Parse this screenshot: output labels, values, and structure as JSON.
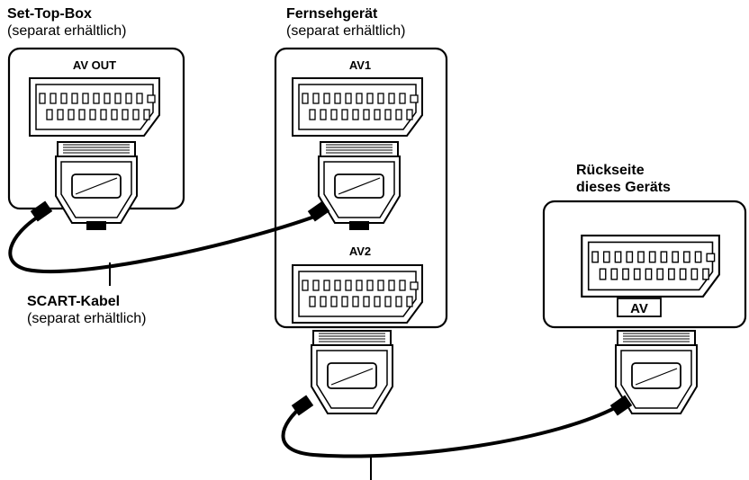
{
  "devices": {
    "stb": {
      "title": "Set-Top-Box",
      "note": "(separat erhältlich)",
      "port": "AV OUT"
    },
    "tv": {
      "title": "Fernsehgerät",
      "note": "(separat erhältlich)",
      "port1": "AV1",
      "port2": "AV2"
    },
    "unit": {
      "title_line1": "Rückseite",
      "title_line2": "dieses Geräts",
      "port": "AV"
    }
  },
  "cable": {
    "title": "SCART-Kabel",
    "note": "(separat erhältlich)"
  }
}
